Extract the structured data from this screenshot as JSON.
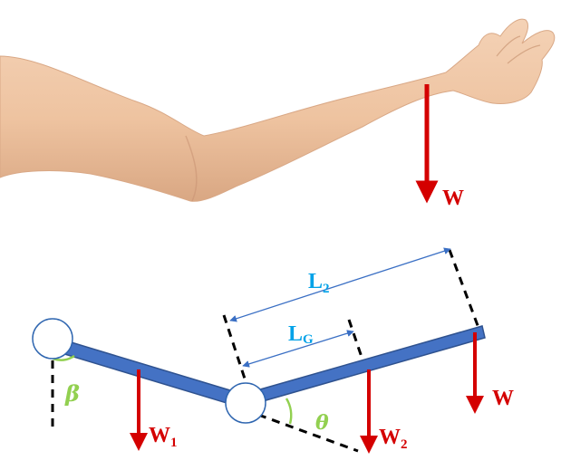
{
  "arm_photo": {
    "force_label": "W"
  },
  "model": {
    "labels": {
      "weight_upper": {
        "main": "W",
        "sub": "1"
      },
      "weight_lower": {
        "main": "W",
        "sub": "2"
      },
      "weight_hand": {
        "main": "W"
      },
      "length_total": {
        "main": "L",
        "sub": "2"
      },
      "length_cg": {
        "main": "L",
        "sub": "G"
      },
      "angle_shoulder": "β",
      "angle_elbow": "θ"
    }
  },
  "colors": {
    "force_arrow": "#d40000",
    "segment_fill": "#4472c4",
    "segment_edge": "#2f528f",
    "dimension_label": "#00a2e8",
    "dimension_arrow": "#3a6fc4",
    "angle": "#92d050",
    "joint_edge": "#2f66b0",
    "skin": "#efc7a6",
    "dashed": "#000000"
  }
}
